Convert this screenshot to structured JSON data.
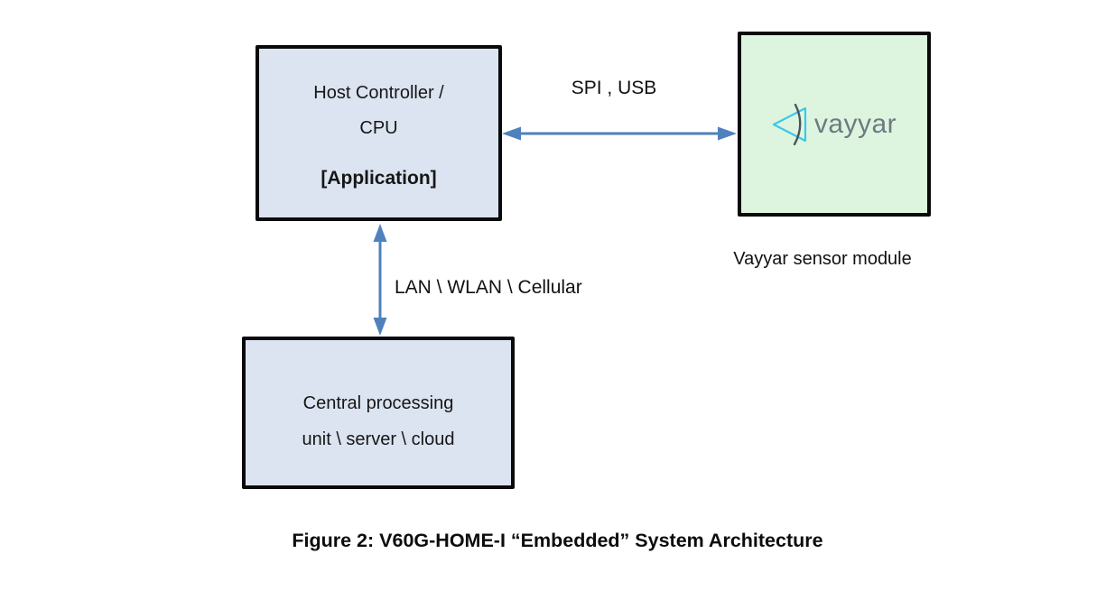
{
  "diagram": {
    "nodes": {
      "host": {
        "line1": "Host Controller /",
        "line2": "CPU",
        "line3": "[Application]"
      },
      "sensor": {
        "logo_text": "vayyar",
        "caption": "Vayyar sensor module"
      },
      "central": {
        "line1": "Central processing",
        "line2": "unit \\ server \\ cloud"
      }
    },
    "edges": {
      "host_sensor": {
        "label": "SPI , USB",
        "type": "bidirectional-arrow"
      },
      "host_central": {
        "label": "LAN \\ WLAN \\ Cellular",
        "type": "bidirectional-arrow"
      }
    },
    "figure_caption": "Figure 2: V60G-HOME-I “Embedded” System Architecture",
    "colors": {
      "box_blue_fill": "#dce4f1",
      "box_green_fill": "#ddf5df",
      "box_border": "#0a0a0a",
      "arrow_blue": "#4f81bd",
      "logo_cyan": "#3bc8ea",
      "logo_arc_gray": "#4a555e",
      "logo_text_gray": "#6e7a81"
    }
  }
}
